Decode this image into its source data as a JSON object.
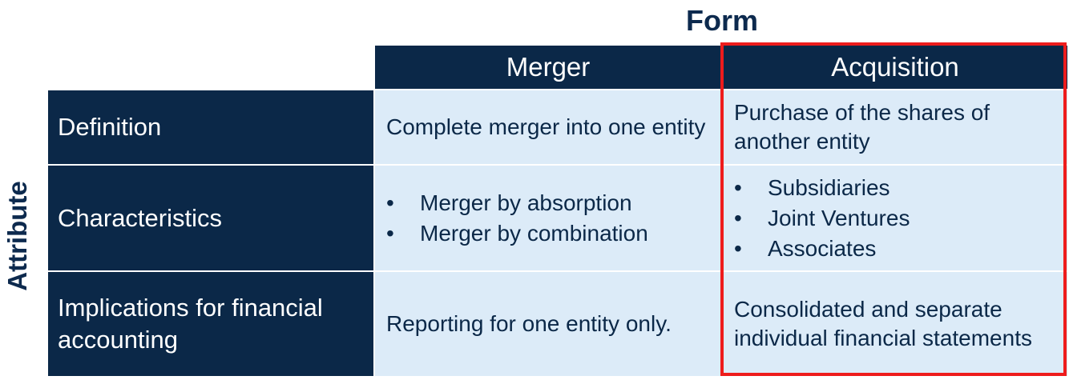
{
  "form_title": "Form",
  "attribute_title": "Attribute",
  "columns": [
    "Merger",
    "Acquisition"
  ],
  "rows": [
    {
      "label": "Definition",
      "merger": "Complete merger into one entity",
      "acquisition": "Purchase of the shares of another entity"
    },
    {
      "label": "Characteristics",
      "merger_bullets": [
        "Merger by absorption",
        "Merger by combination"
      ],
      "acquisition_bullets": [
        "Subsidiaries",
        "Joint Ventures",
        "Associates"
      ]
    },
    {
      "label": "Implications for financial accounting",
      "merger": "Reporting for one entity only.",
      "acquisition": "Consolidated and separate individual financial statements"
    }
  ],
  "bullet_char": "•",
  "colors": {
    "header_bg": "#0b2848",
    "cell_bg": "#dcebf8",
    "highlight_border": "#ee1c1c"
  }
}
